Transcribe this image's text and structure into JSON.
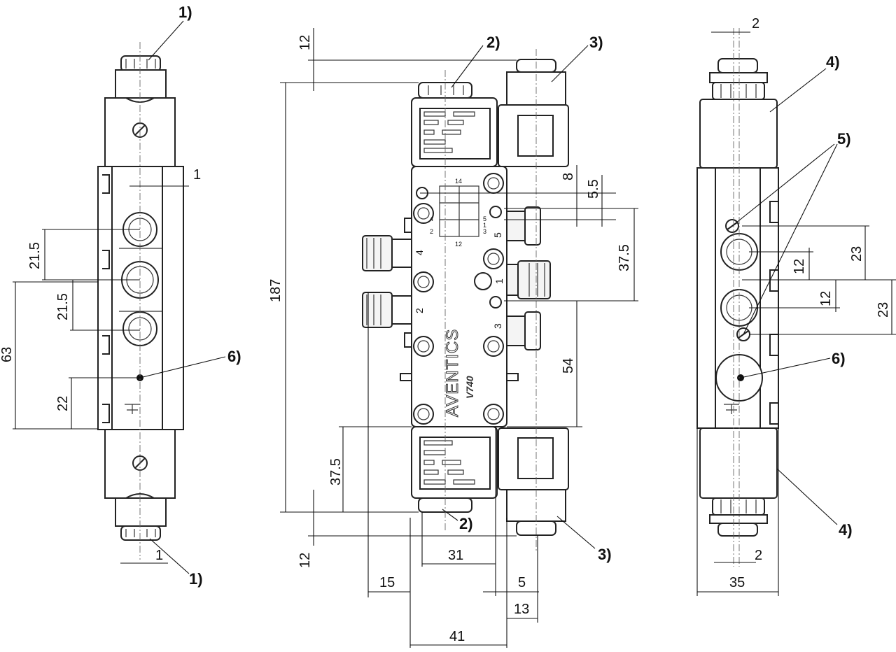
{
  "dimensions": {
    "left_1": "1",
    "left_21_5_a": "21.5",
    "left_21_5_b": "21.5",
    "left_63": "63",
    "left_22": "22",
    "left_1_bottom": "1",
    "mid_12_top": "12",
    "mid_187": "187",
    "mid_8": "8",
    "mid_5_5": "5.5",
    "mid_37_5_right": "37.5",
    "mid_54": "54",
    "mid_37_5_left": "37.5",
    "mid_12_bottom": "12",
    "mid_31": "31",
    "mid_15": "15",
    "mid_5": "5",
    "mid_13": "13",
    "mid_41": "41",
    "right_2_top": "2",
    "right_23_a": "23",
    "right_12_a": "12",
    "right_12_b": "12",
    "right_23_b": "23",
    "right_2_bottom": "2",
    "right_35": "35"
  },
  "callouts": {
    "c1": "1)",
    "c2": "2)",
    "c3": "3)",
    "c4": "4)",
    "c5": "5)",
    "c6": "6)"
  },
  "labels": {
    "brand": "AVENTICS",
    "model": "V740",
    "port_1": "1",
    "port_2": "2",
    "port_3": "3",
    "port_4": "4",
    "port_5": "5"
  },
  "symbol": {
    "p14": "14",
    "p12": "12",
    "p4": "4",
    "p2": "2",
    "p5": "5",
    "p1": "1",
    "p3": "3"
  }
}
